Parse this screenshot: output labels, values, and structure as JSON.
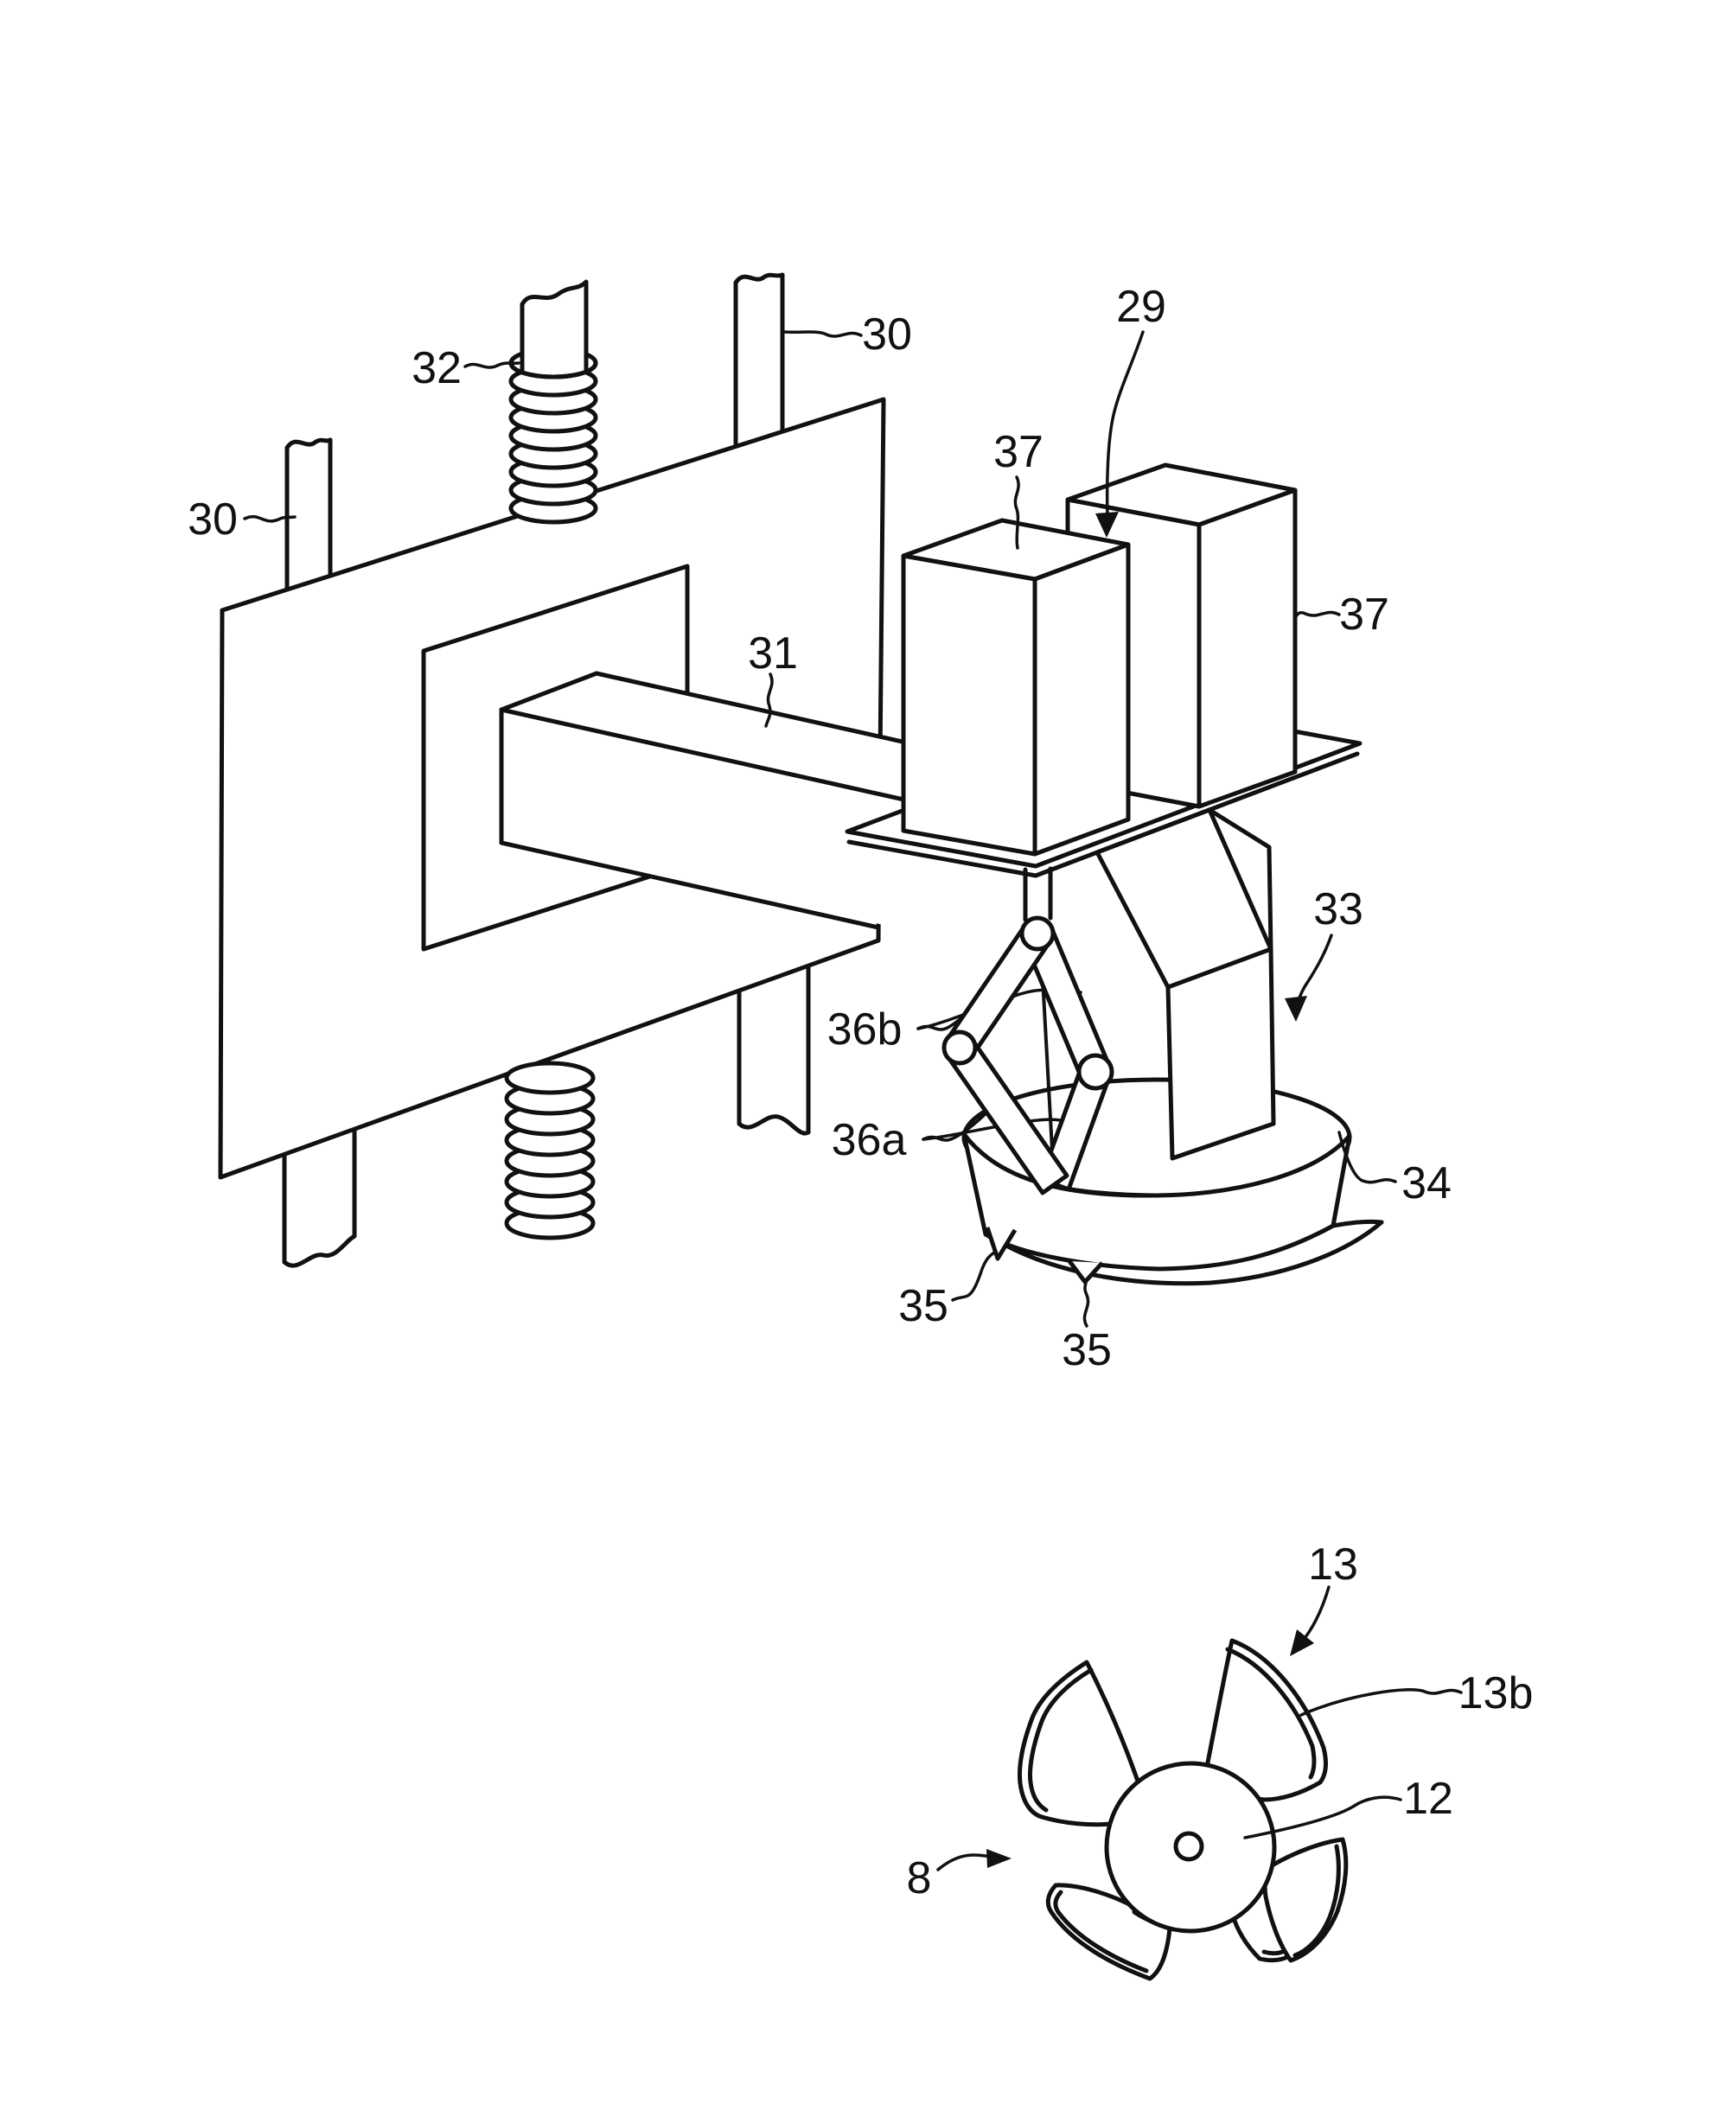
{
  "figure": {
    "type": "patent-line-drawing",
    "background": "#ffffff",
    "stroke_color": "#111111",
    "labels": {
      "r29": "29",
      "r30_right": "30",
      "r30_left": "30",
      "r31": "31",
      "r32": "32",
      "r33": "33",
      "r34": "34",
      "r35_left": "35",
      "r35_bottom": "35",
      "r36a": "36a",
      "r36b": "36b",
      "r37_left": "37",
      "r37_right": "37",
      "r13": "13",
      "r13b": "13b",
      "r12": "12",
      "r8": "8"
    }
  }
}
